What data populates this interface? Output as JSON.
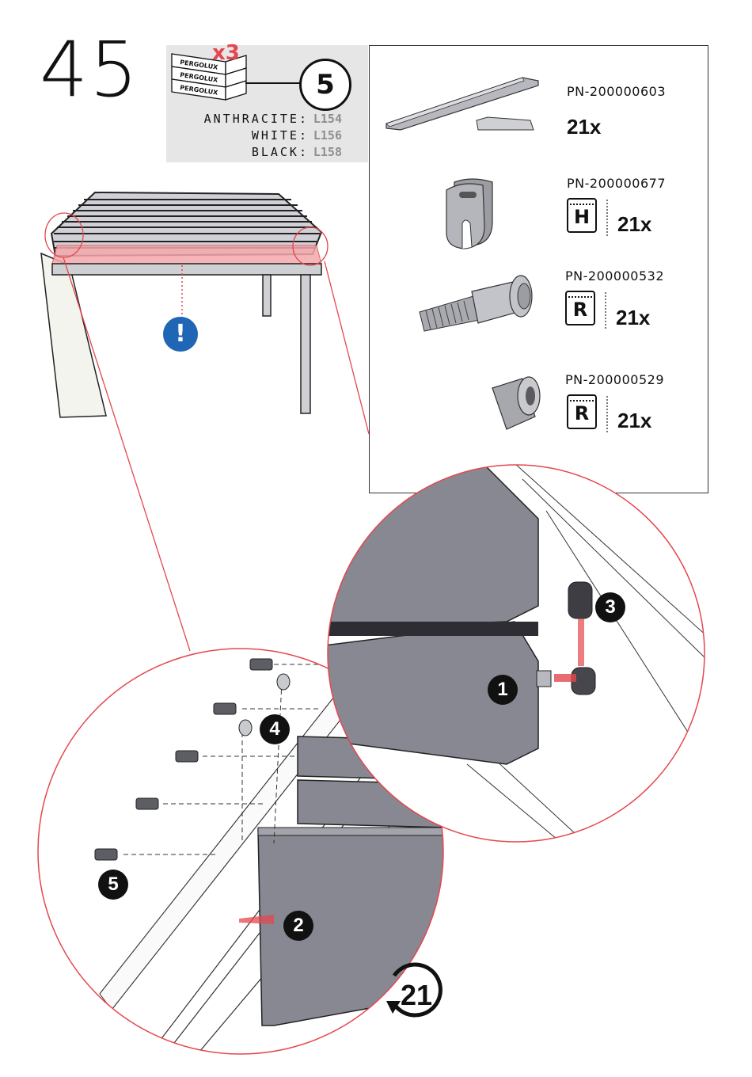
{
  "step": "45",
  "box": {
    "brand": "PERGOLUX",
    "multiplier": "x3",
    "box_ref": "5"
  },
  "colors": [
    {
      "name": "ANTHRACITE:",
      "code": "L154"
    },
    {
      "name": "WHITE:",
      "code": "L156"
    },
    {
      "name": "BLACK:",
      "code": "L158"
    }
  ],
  "parts": [
    {
      "pn": "PN-200000603",
      "qty": "21x",
      "bag": ""
    },
    {
      "pn": "PN-200000677",
      "qty": "21x",
      "bag": "H"
    },
    {
      "pn": "PN-200000532",
      "qty": "21x",
      "bag": "R"
    },
    {
      "pn": "PN-200000529",
      "qty": "21x",
      "bag": "R"
    }
  ],
  "warning_symbol": "!",
  "callouts": [
    "1",
    "2",
    "3",
    "4",
    "5"
  ],
  "repeat_count": "21",
  "accent_color": "#e4474f",
  "warning_color": "#1f66b5",
  "icons": [
    "warning-icon",
    "repeat-icon",
    "bag-icon"
  ]
}
